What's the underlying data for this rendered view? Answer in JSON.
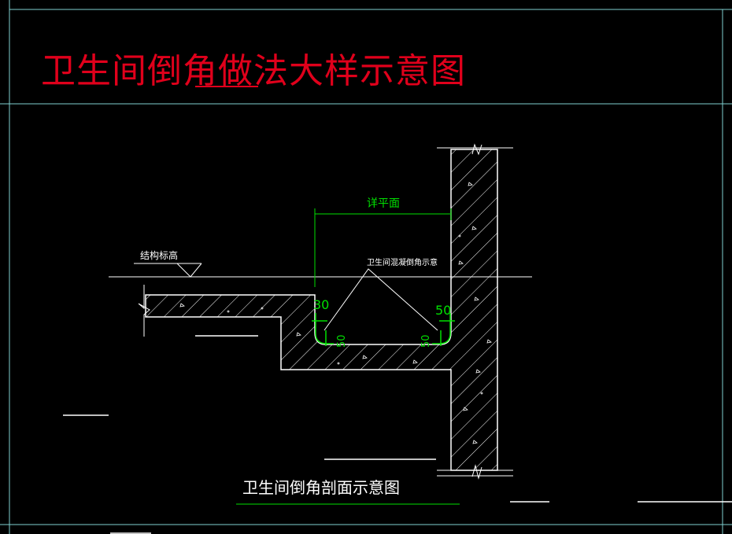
{
  "drawing": {
    "title": "卫生间倒角做法大样示意图",
    "section_caption": "卫生间倒角剖面示意图",
    "struct_elev_label": "结构标高",
    "detail_plan_label": "详平面",
    "chamfer_label": "卫生间混凝倒角示意",
    "dim_left_top": "30",
    "dim_left_bottom": "50",
    "dim_right_top": "50",
    "dim_right_bottom": "50"
  },
  "colors": {
    "background": "#000000",
    "title": "#e0001b",
    "linework": "#ffffff",
    "dimension": "#00e000",
    "frame": "#7fd0d0"
  }
}
